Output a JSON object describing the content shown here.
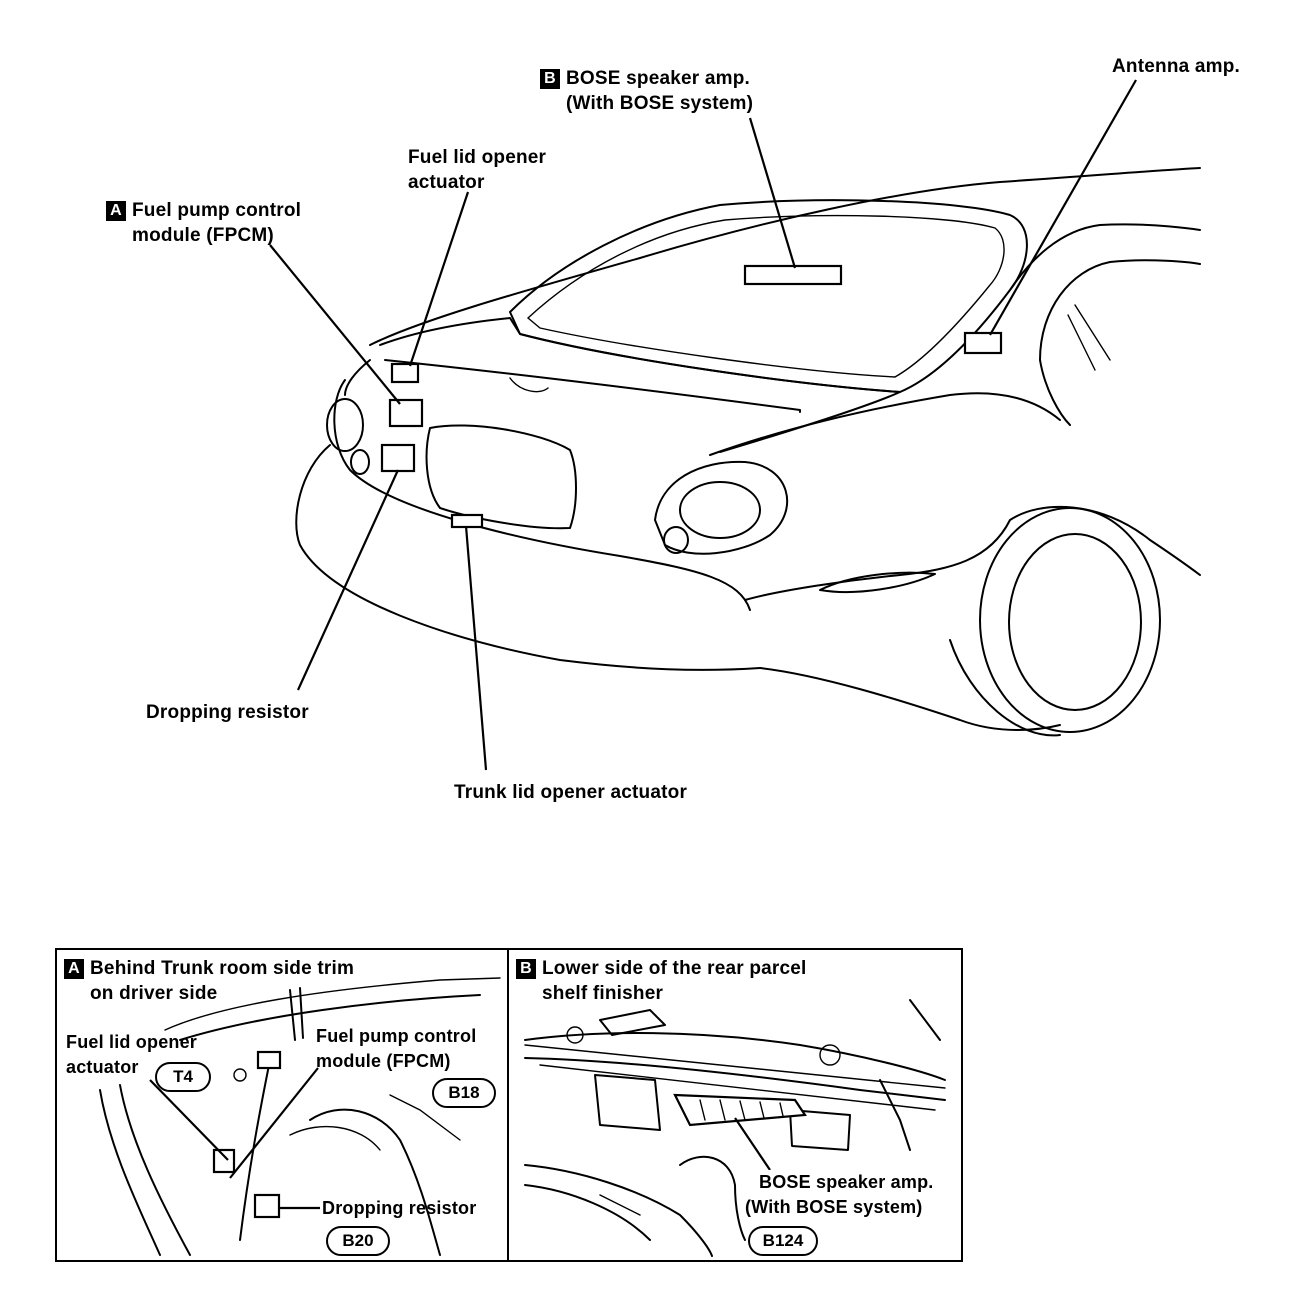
{
  "callouts": {
    "bose": {
      "badge": "B",
      "line1": "BOSE speaker amp.",
      "line2": "(With BOSE system)"
    },
    "antenna": {
      "text": "Antenna amp."
    },
    "fuel_lid": {
      "line1": "Fuel lid opener",
      "line2": "actuator"
    },
    "fpcm": {
      "badge": "A",
      "line1": "Fuel pump control",
      "line2": "module (FPCM)"
    },
    "dropping": {
      "text": "Dropping resistor"
    },
    "trunk": {
      "text": "Trunk lid opener actuator"
    }
  },
  "panel_a": {
    "badge": "A",
    "title1": "Behind Trunk room side trim",
    "title2": "on driver side",
    "fuel_lid1": "Fuel lid opener",
    "fuel_lid2": "actuator",
    "fpcm1": "Fuel pump control",
    "fpcm2": "module (FPCM)",
    "dropping": "Dropping resistor",
    "conn_t4": "T4",
    "conn_b18": "B18",
    "conn_b20": "B20"
  },
  "panel_b": {
    "badge": "B",
    "title1": "Lower side of the rear parcel",
    "title2": "shelf finisher",
    "bose1": "BOSE speaker amp.",
    "bose2": "(With BOSE system)",
    "conn_b124": "B124"
  }
}
